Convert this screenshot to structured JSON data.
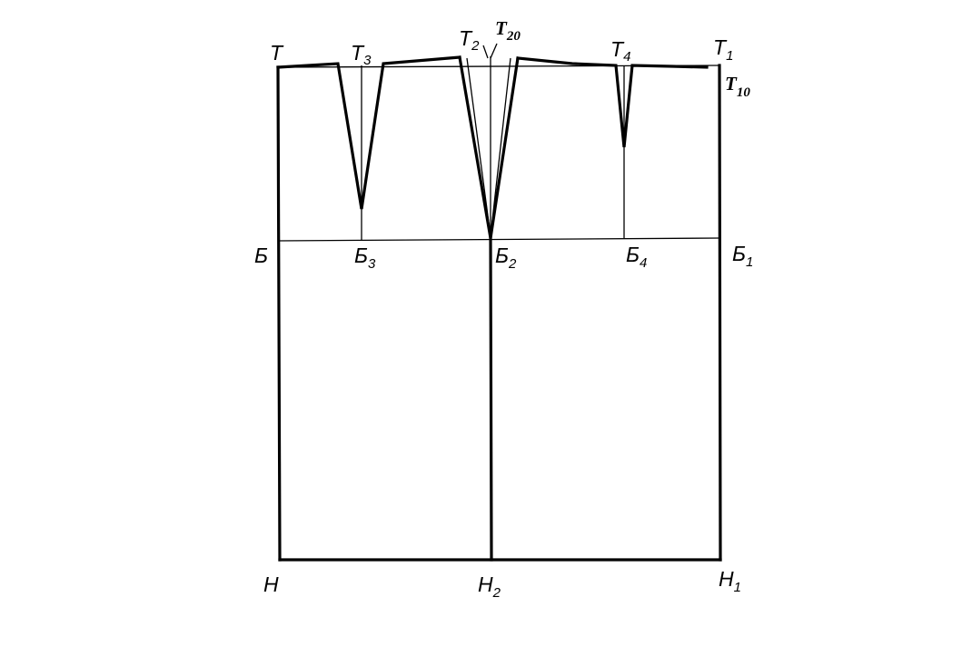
{
  "colors": {
    "line": "#000000",
    "background": "#ffffff"
  },
  "labels": {
    "T": {
      "main": "T",
      "sub": ""
    },
    "T3": {
      "main": "T",
      "sub": "3"
    },
    "T2": {
      "main": "T",
      "sub": "2"
    },
    "T20": {
      "main": "T",
      "sub": "20"
    },
    "T4": {
      "main": "T",
      "sub": "4"
    },
    "T1": {
      "main": "T",
      "sub": "1"
    },
    "T10": {
      "main": "T",
      "sub": "10"
    },
    "B": {
      "main": "Б",
      "sub": ""
    },
    "B3": {
      "main": "Б",
      "sub": "3"
    },
    "B2": {
      "main": "Б",
      "sub": "2"
    },
    "B4": {
      "main": "Б",
      "sub": "4"
    },
    "B1": {
      "main": "Б",
      "sub": "1"
    },
    "H": {
      "main": "Н",
      "sub": ""
    },
    "H2": {
      "main": "Н",
      "sub": "2"
    },
    "H1": {
      "main": "Н",
      "sub": "1"
    }
  }
}
